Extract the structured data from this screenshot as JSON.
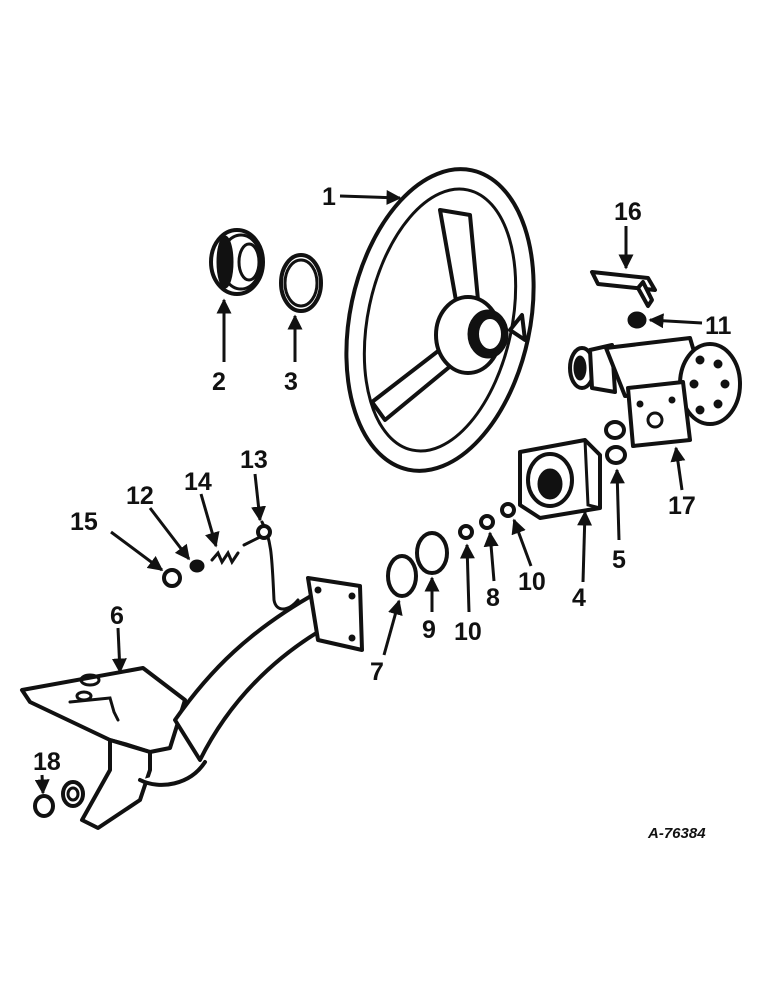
{
  "labels": {
    "l1": "1",
    "l2": "2",
    "l3": "3",
    "l4": "4",
    "l5": "5",
    "l6": "6",
    "l7": "7",
    "l8": "8",
    "l9": "9",
    "l10a": "10",
    "l10b": "10",
    "l11": "11",
    "l12": "12",
    "l13": "13",
    "l14": "14",
    "l15": "15",
    "l16": "16",
    "l17": "17",
    "l18": "18"
  },
  "reference": "A-76384"
}
